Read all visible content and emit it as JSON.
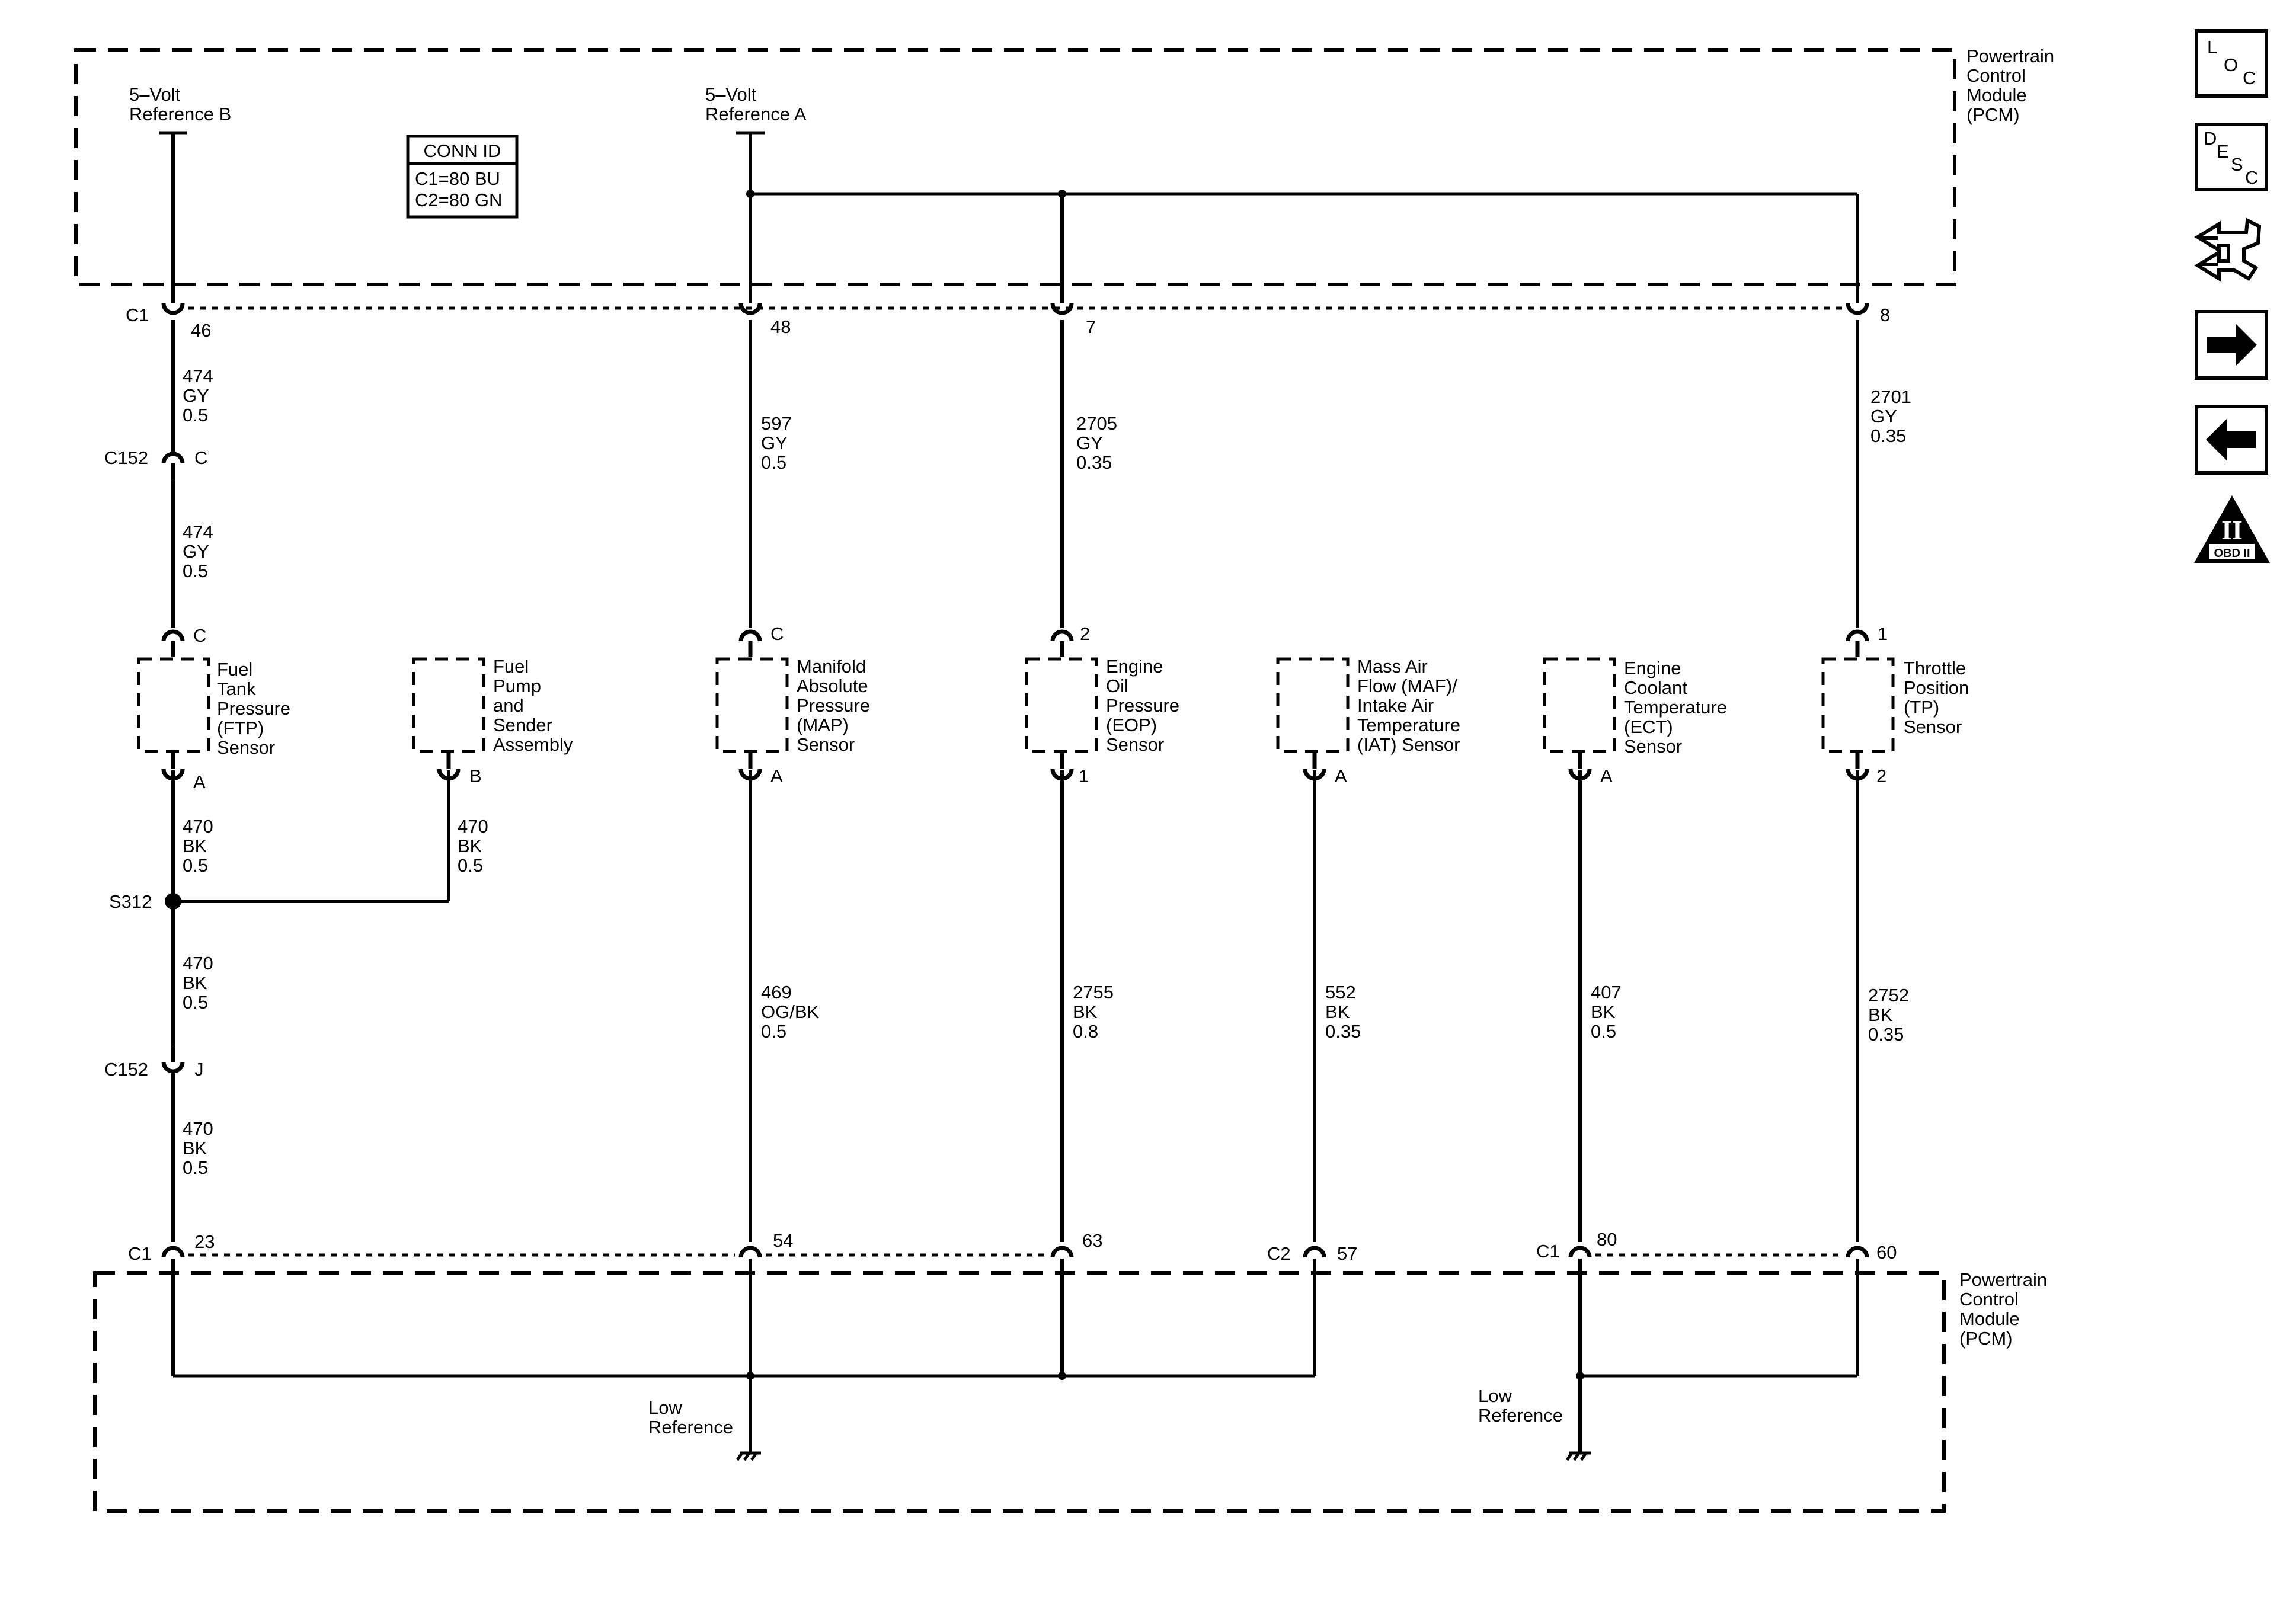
{
  "pcm_top": {
    "label_lines": [
      "Powertrain",
      "Control",
      "Module",
      "(PCM)"
    ]
  },
  "pcm_bottom": {
    "label_lines": [
      "Powertrain",
      "Control",
      "Module",
      "(PCM)"
    ]
  },
  "ref_b": {
    "lines": [
      "5–Volt",
      "Reference B"
    ]
  },
  "ref_a": {
    "lines": [
      "5–Volt",
      "Reference A"
    ]
  },
  "conn_id": {
    "title": "CONN ID",
    "c1": "C1=80 BU",
    "c2": "C2=80 GN"
  },
  "top_connector": {
    "name": "C1",
    "pins": [
      "46",
      "48",
      "7",
      "8"
    ]
  },
  "wires_top": [
    {
      "circuit": "474",
      "color": "GY",
      "size": "0.5"
    },
    {
      "circuit": "474",
      "color": "GY",
      "size": "0.5"
    },
    {
      "circuit": "597",
      "color": "GY",
      "size": "0.5"
    },
    {
      "circuit": "2705",
      "color": "GY",
      "size": "0.35"
    },
    {
      "circuit": "2701",
      "color": "GY",
      "size": "0.35"
    }
  ],
  "c152": {
    "name": "C152",
    "pin_upper": "C",
    "pin_lower": "J"
  },
  "sensors": [
    {
      "lines": [
        "Fuel",
        "Tank",
        "Pressure",
        "(FTP)",
        "Sensor"
      ],
      "top_pin": "C",
      "bottom_pin": "A"
    },
    {
      "lines": [
        "Fuel",
        "Pump",
        "and",
        "Sender",
        "Assembly"
      ],
      "top_pin": "",
      "bottom_pin": "B"
    },
    {
      "lines": [
        "Manifold",
        "Absolute",
        "Pressure",
        "(MAP)",
        "Sensor"
      ],
      "top_pin": "C",
      "bottom_pin": "A"
    },
    {
      "lines": [
        "Engine",
        "Oil",
        "Pressure",
        "(EOP)",
        "Sensor"
      ],
      "top_pin": "2",
      "bottom_pin": "1"
    },
    {
      "lines": [
        "Mass Air",
        "Flow (MAF)/",
        "Intake Air",
        "Temperature",
        "(IAT) Sensor"
      ],
      "top_pin": "",
      "bottom_pin": "A"
    },
    {
      "lines": [
        "Engine",
        "Coolant",
        "Temperature",
        "(ECT)",
        "Sensor"
      ],
      "top_pin": "",
      "bottom_pin": "A"
    },
    {
      "lines": [
        "Throttle",
        "Position",
        "(TP)",
        "Sensor"
      ],
      "top_pin": "1",
      "bottom_pin": "2"
    }
  ],
  "splice": {
    "name": "S312"
  },
  "wires_bottom": [
    {
      "circuit": "470",
      "color": "BK",
      "size": "0.5"
    },
    {
      "circuit": "470",
      "color": "BK",
      "size": "0.5"
    },
    {
      "circuit": "470",
      "color": "BK",
      "size": "0.5"
    },
    {
      "circuit": "470",
      "color": "BK",
      "size": "0.5"
    },
    {
      "circuit": "469",
      "color": "OG/BK",
      "size": "0.5"
    },
    {
      "circuit": "2755",
      "color": "BK",
      "size": "0.8"
    },
    {
      "circuit": "552",
      "color": "BK",
      "size": "0.35"
    },
    {
      "circuit": "407",
      "color": "BK",
      "size": "0.5"
    },
    {
      "circuit": "2752",
      "color": "BK",
      "size": "0.35"
    }
  ],
  "bottom_connectors": [
    {
      "name": "C1",
      "pin": "23"
    },
    {
      "name": "",
      "pin": "54"
    },
    {
      "name": "",
      "pin": "63"
    },
    {
      "name": "C2",
      "pin": "57"
    },
    {
      "name": "C1",
      "pin": "80"
    },
    {
      "name": "",
      "pin": "60"
    }
  ],
  "low_ref": {
    "lines": [
      "Low",
      "Reference"
    ]
  },
  "nav": {
    "loc": [
      "L",
      "O",
      "C"
    ],
    "desc": [
      "D",
      "E",
      "S",
      "C"
    ],
    "obd_numeral": "II",
    "obd_text": "OBD II"
  }
}
